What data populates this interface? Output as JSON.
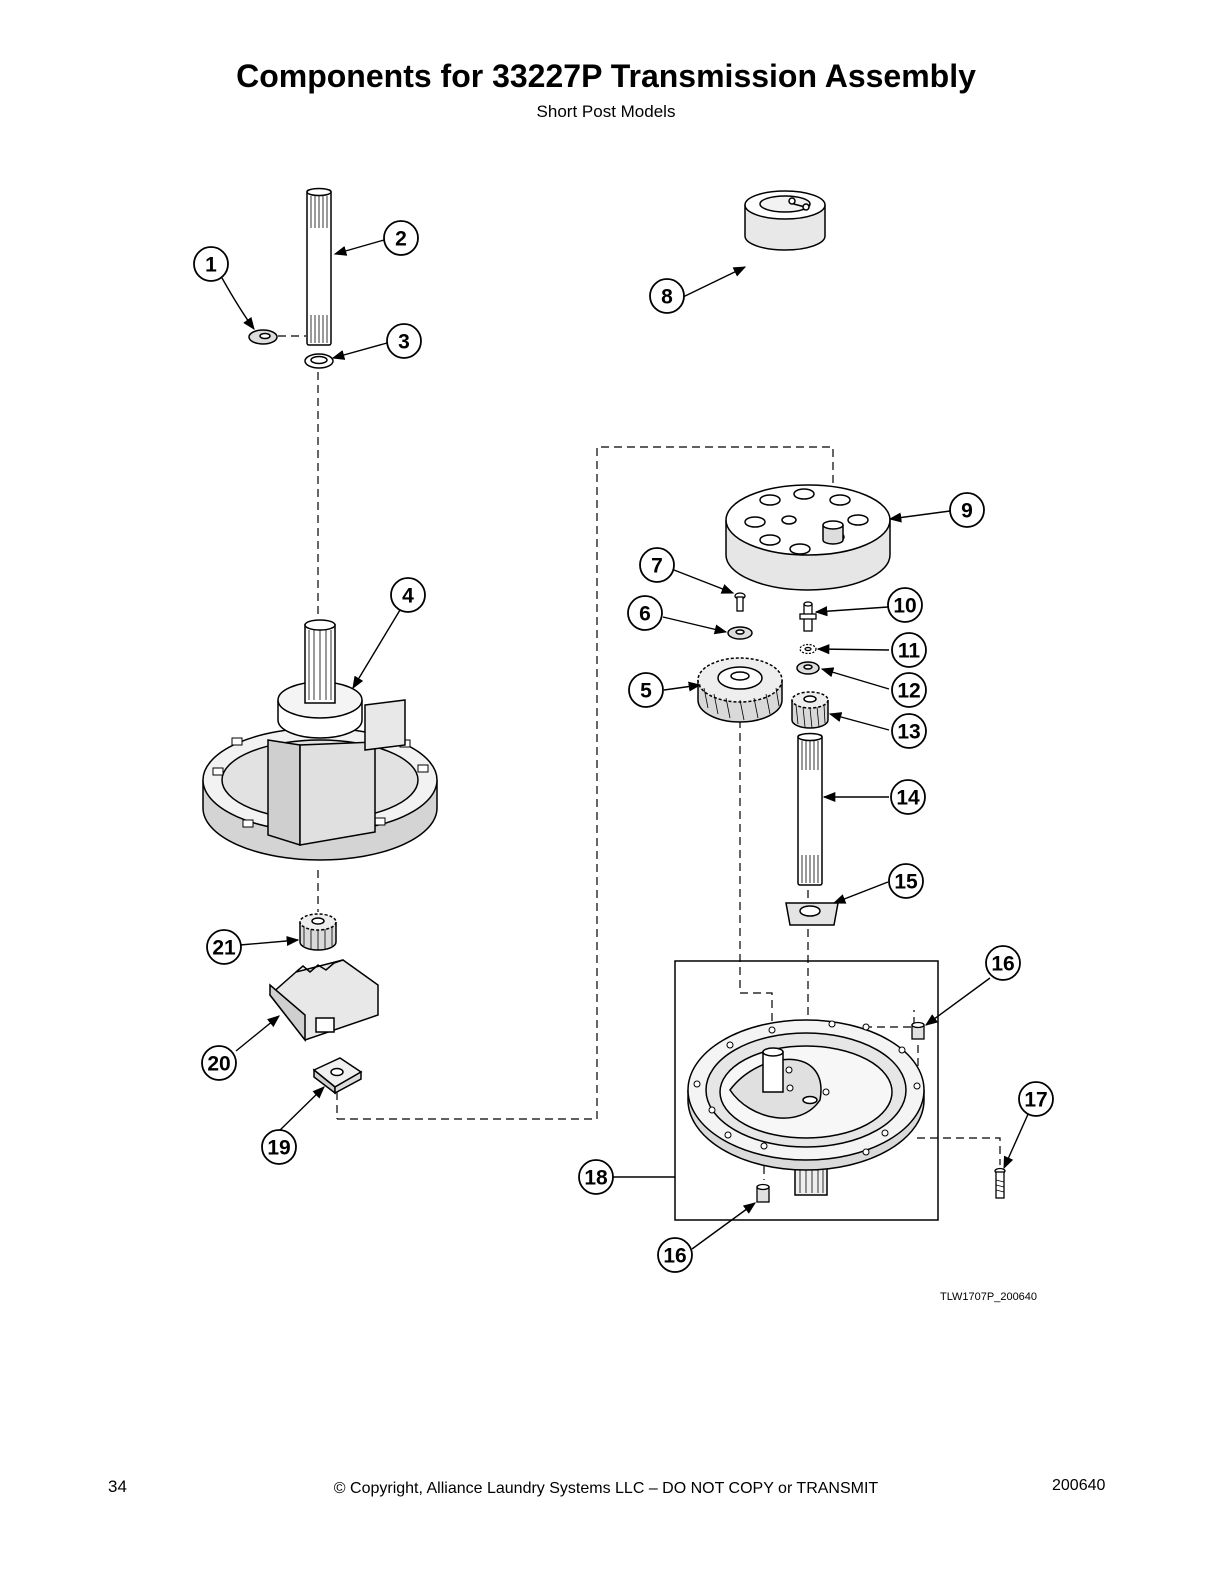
{
  "header": {
    "title": "Components for 33227P Transmission Assembly",
    "subtitle": "Short Post Models"
  },
  "callouts": [
    "1",
    "2",
    "3",
    "4",
    "5",
    "6",
    "7",
    "8",
    "9",
    "10",
    "11",
    "12",
    "13",
    "14",
    "15",
    "16",
    "17",
    "18",
    "19",
    "20",
    "21",
    "16"
  ],
  "drawing_code": "TLW1707P_200640",
  "footer": {
    "page_number": "34",
    "copyright": "© Copyright, Alliance Laundry Systems LLC – DO NOT COPY or TRANSMIT",
    "doc_code": "200640"
  }
}
